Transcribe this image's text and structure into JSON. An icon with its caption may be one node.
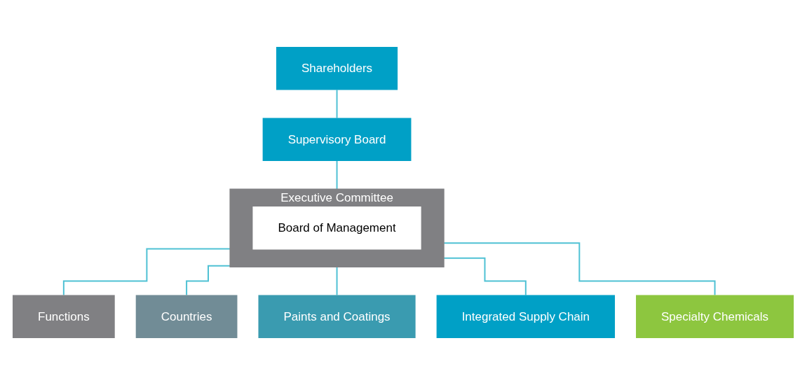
{
  "diagram": {
    "nodes": [
      {
        "text": [
          "Shareholders"
        ]
      },
      {
        "text": [
          "Supervisory Board"
        ]
      },
      {
        "text": [
          "Executive Committee"
        ]
      },
      {
        "text": [
          "Board of Management"
        ],
        "in": 2
      },
      {
        "text": [
          "Functions"
        ]
      },
      {
        "text": [
          "Countries"
        ]
      },
      {
        "text": [
          "Paints and Coatings"
        ]
      },
      {
        "text": [
          "Integrated Supply Chain"
        ]
      },
      {
        "text": [
          "Specialty Chemicals"
        ]
      }
    ],
    "edges": [
      {
        "from": 0,
        "to": 1,
        "arrow": "none"
      },
      {
        "from": 1,
        "to": 2,
        "arrow": "none"
      },
      {
        "from": 2,
        "to": 4,
        "arrow": "none"
      },
      {
        "from": 2,
        "to": 5,
        "arrow": "none"
      },
      {
        "from": 2,
        "to": 6,
        "arrow": "none"
      },
      {
        "from": 2,
        "to": 7,
        "arrow": "none"
      },
      {
        "from": 2,
        "to": 8,
        "arrow": "none"
      }
    ]
  }
}
